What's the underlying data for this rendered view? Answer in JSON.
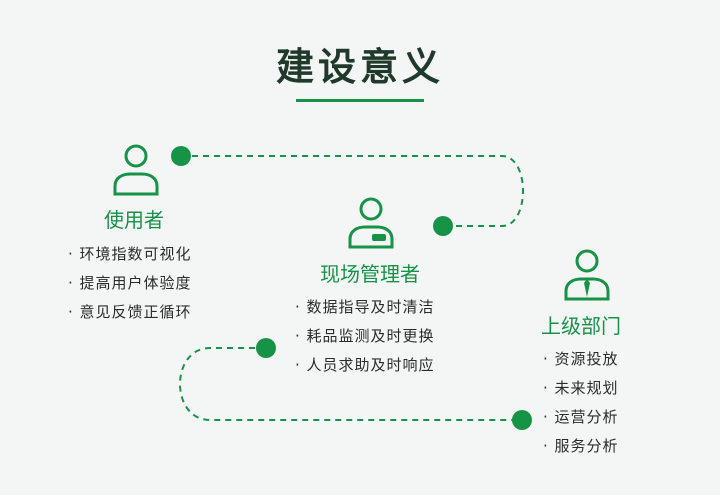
{
  "title": "建设意义",
  "colors": {
    "accent": "#179347",
    "title": "#1f3a2a",
    "text": "#2b2b2b",
    "background": "#f4f6f6"
  },
  "roles": [
    {
      "icon": "user-icon",
      "label": "使用者",
      "items": [
        "· 环境指数可视化",
        "· 提高用户体验度",
        "· 意见反馈正循环"
      ]
    },
    {
      "icon": "manager-icon",
      "label": "现场管理者",
      "items": [
        "· 数据指导及时清洁",
        "· 耗品监测及时更换",
        "· 人员求助及时响应"
      ]
    },
    {
      "icon": "department-icon",
      "label": "上级部门",
      "items": [
        "· 资源投放",
        "· 未来规划",
        "· 运营分析",
        "· 服务分析"
      ]
    }
  ]
}
